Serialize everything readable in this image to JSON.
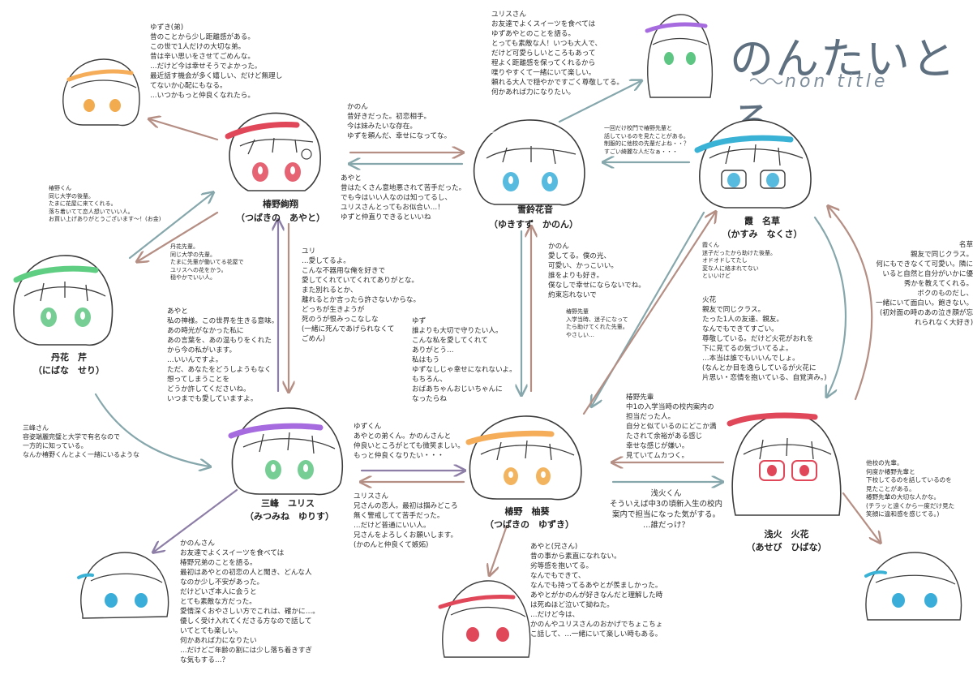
{
  "logo": {
    "title": "のんたいとる",
    "subtitle": "non title"
  },
  "colors": {
    "arrow_brown": "#b58e84",
    "arrow_teal": "#86a7ac",
    "arrow_purple": "#8d7ea7",
    "line": "#3c3c3c",
    "hair_red": "#e0485a",
    "hair_blue": "#3ab2d6",
    "hair_orange": "#f5ad5a",
    "hair_purple": "#a76be0",
    "hair_green": "#5fce83",
    "eye_red": "#e0485a",
    "eye_blue": "#3aaed9",
    "eye_orange": "#f2ac4f",
    "eye_green": "#5ec683",
    "logo": "#5e6f80"
  },
  "characters": {
    "ayato": {
      "name": "椿野絢翔",
      "reading": "（つばきの　あやと）"
    },
    "kanon": {
      "name": "雪鈴花音",
      "reading": "（ゆきすず　かのん）"
    },
    "nakusa": {
      "name": "霞　名草",
      "reading": "（かすみ　なくさ）"
    },
    "seri": {
      "name": "丹花　芹",
      "reading": "（にばな　せり）"
    },
    "yurisu": {
      "name": "三峰　ユリス",
      "reading": "（みつみね　ゆりす）"
    },
    "yuzuki": {
      "name": "椿野　柚葵",
      "reading": "（つばきの　ゆずき）"
    },
    "hibana": {
      "name": "浅火　火花",
      "reading": "（あせび　ひばな）"
    }
  },
  "notes": {
    "yuzuki_top": "ゆずき(弟)\n昔のことから少し距離感がある。\nこの世で1人だけの大切な弟。\n昔は辛い思いをさせてごめんな。\n…だけど今は幸せそうでよかった。\n最近話す機会が多く嬉しい、だけど無理し\nてないか心配にもなる。\n…いつかもっと仲良くなれたら。",
    "yurisu_top": "ユリスさん\nお友達でよくスイーツを食べては\nゆずあやとのことを語る。\nとっても素敵な人！いつも大人で、\nだけど可愛らしいところもあって\n程よく距離感を保ってくれるから\n喋りやすくて一緒にいて楽しい。\n頼れる大人で穏やかですごく尊敬してる。\n何かあれば力になりたい。",
    "ayato_to_kanon": "かのん\n昔好きだった。初恋相手。\n今は妹みたいな存在。\nゆずを頼んだ、幸せになってな。",
    "nakusa_to_kanon": "一回だけ校門で椿野先輩と\n話しているのを見たことがある。\n制服的に他校の先輩だよね・・？\nすごい綺麗な人だなぁ・・・",
    "kanon_to_ayato": "あやと\n昔はたくさん意地悪されて苦手だった。\nでも今はいい人なのは知ってるし、\nユリスさんとってもお似合い…！\nゆずと仲直りできるといいね",
    "ayato_to_seri": "椿野くん\n同じ大学の後輩。\nたまに花屋に来てくれる。\n落ち着いてて恋人想いでいい人。\nお買い上げありがとうございます〜！(お金)",
    "seri_to_ayato": "丹花先輩。\n同じ大学の先輩。\nたまに先輩が働いてる花屋で\nユリスへの花をかう。\n穏やかでいい人。",
    "ayato_to_yurisu": "ユリ\n…愛してるよ。\nこんな不器用な俺を好きで\n愛してくれていてくれてありがとな。\nまた別れるとか、\n離れるとか言ったら許さないからな。\nどっちが生きようが\n死のうが恨みっこなしな\n(一緒に死んであげられなくて\nごめん)",
    "yurisu_to_ayato": "あやと\n私の神様。この世界を生きる意味。\nあの時光がなかった私に\nあの言葉を、あの温もりをくれた\nから今の私がいます。\n…いいんですよ。\nただ、あなたをどうしようもなく\n想ってしまうことを\nどうか許してくださいね。\nいつまでも愛していますよ。",
    "kanon_to_yuzuki": "かのん\n愛してる。僕の光、\n可愛い、かっこいい。\n誰をよりも好き。\n僕なしで幸せにならないでね。\n約束忘れないで",
    "yuzuki_to_kanon": "ゆず\n誰よりも大切で守りたい人。\nこんな私を愛してくれて\nありがとう…\n私はもう\nゆずなしじゃ幸せになれないよ。\nもちろん、\nおばあちゃんおじいちゃんに\nなったらね",
    "kanon_to_nakusa": "霞くん\n迷子だったから助けた後輩。\nオドオドしてたし\n変な人に絡まれてない\nといいけど",
    "nakusa_to_yuzuki": "椿野先輩\n入学当時、迷子になって\nたら助けてくれた先輩。\nやさしい…",
    "hibana_to_nakusa": "名草\n親友で同じクラス。\n何にもできなくて可愛い。隣に\nいると自然と自分がいかに優\n秀かを教えてくれる。\nボクのものだし、\n一緒にいて面白い。飽きない。\n(初対面の時のあの泣き顔が忘\nれられなく大好き)",
    "nakusa_to_hibana": "火花\n親友で同じクラス。\nたった1人の友達、親友。\nなんでもできてすごい。\n尊敬している。だけど火花がおれを\n下に見てるの気づいてるよ。\n…本当は誰でもいいんでしょ。\n(なんとか目を逸らしているが火花に\n片思い・恋情を抱いている、自覚済み。)",
    "seri_to_yurisu": "三峰さん\n容姿端麗完璧と大学で有名なので\n一方的に知っている。\nなんか椿野くんとよく一緒にいるような",
    "yurisu_to_yuzuki": "ゆずくん\nあやとの弟くん。かのんさんと\n仲良いところがとても微笑ましい。\nもっと仲良くなりたい・・・",
    "yuzuki_to_yurisu": "ユリスさん\n兄さんの恋人。最初は掴みどころ\n無く警戒してて苦手だった。\n…だけど普通にいい人。\n兄さんをよろしくお願いします。\n(かのんと仲良くて嫉妬)",
    "hibana_to_yuzuki": "椿野先輩\n中1の入学当時の校内案内の\n担当だった人。\n自分と似ているのにどこか満\nたされて余裕がある感じ\n幸せな感じが嫌い。\n見ていてムカつく。",
    "yuzuki_to_hibana": "浅火くん\nそういえば中3の頃新入生の校内\n案内で担当になった気がする。\n…誰だっけ？",
    "yurisu_to_kanon": "かのんさん\nお友達でよくスイーツを食べては\n椿野兄弟のことを語る。\n最初はあやとの初恋の人と聞き、どんな人\nなのか少し不安があった。\nだけどいざ本人に会うと\nとても素敵な方だった。\n愛情深くおやさしい方でこれは、確かに…。\n優しく受け入れてくださる方なので話して\nいてとても楽しい。\n何かあれば力になりたい\n…だけどご年齢の割には少し落ち着きすぎ\nな気もする…？",
    "ayato_from_yuzuki": "あやと(兄さん)\n昔の事から素直になれない。\n劣等感を抱いてる。\nなんでもできて、\nなんでも持ってるあやとが羨ましかった。\nあやとがかのんが好きなんだと理解した時\nは死ぬほど泣いて拗ねた。\n…だけど今は、\nかのんやユリスさんのおかげでちょこちょ\nこ話して、…一緒にいて楽しい時もある。",
    "hibana_aside": "他校の先輩。\n何度か椿野先輩と\n下校してるのを話しているのを\n見たことがある。\n椿野先輩の大切な人かな。\n(チラッと遠くから一度だけ見た\n笑顔に違和感を感じてる。)"
  }
}
